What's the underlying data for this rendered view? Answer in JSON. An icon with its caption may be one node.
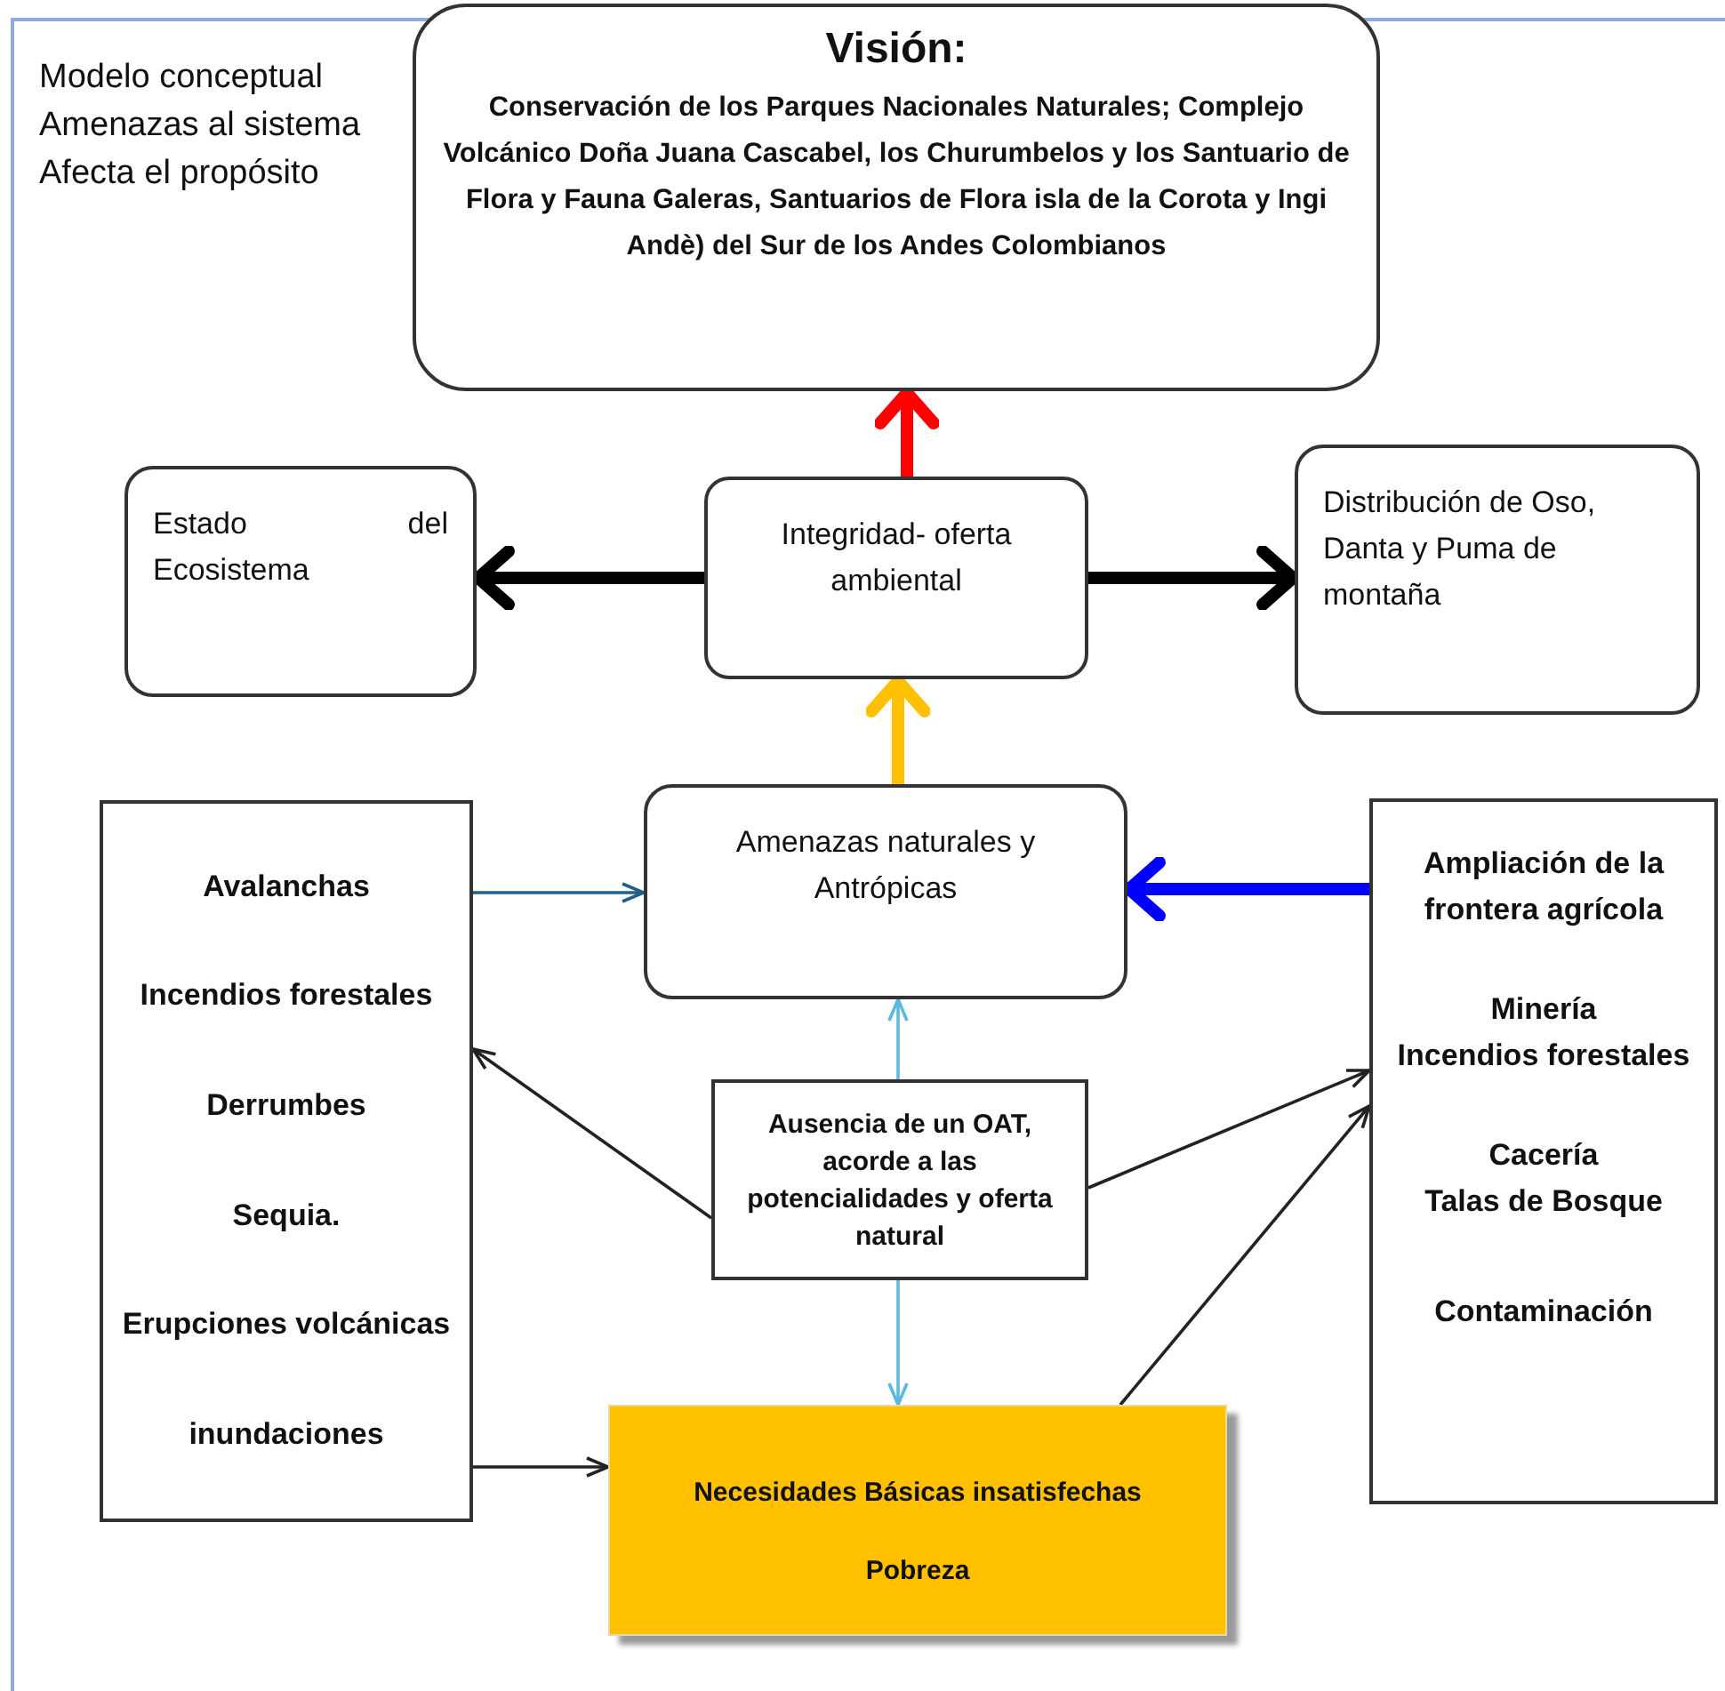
{
  "diagram": {
    "nodes": [
      {
        "text": [
          "Visión:",
          "Conservación de los Parques Nacionales Naturales; Complejo Volcánico Doña Juana Cascabel, los Churumbelos y los Santuario de Flora y Fauna Galeras, Santuarios de Flora isla de la Corota y Ingi Andè) del Sur de los Andes Colombianos"
        ]
      },
      {
        "text": [
          "Estado del Ecosistema"
        ]
      },
      {
        "text": [
          "Integridad- oferta ambiental"
        ]
      },
      {
        "text": [
          "Distribución de Oso, Danta y Puma de montaña"
        ]
      },
      {
        "text": [
          "Avalanchas",
          "Incendios forestales",
          "Derrumbes",
          "Sequia.",
          "Erupciones volcánicas",
          "inundaciones"
        ]
      },
      {
        "text": [
          "Amenazas naturales y Antrópicas"
        ]
      },
      {
        "text": [
          "Ampliación de la frontera agrícola",
          "Minería",
          "Incendios forestales",
          "Cacería",
          "Talas de Bosque",
          "Contaminación"
        ]
      },
      {
        "text": [
          "Ausencia de un OAT, acorde a las potencialidades y oferta natural"
        ]
      },
      {
        "text": [
          "Necesidades Básicas insatisfechas",
          "Pobreza"
        ]
      }
    ],
    "edges": [
      {
        "from": 2,
        "to": 0,
        "arrow": "to",
        "style": "thick",
        "color": "#ff0000"
      },
      {
        "from": 2,
        "to": 1,
        "arrow": "to",
        "style": "thick",
        "color": "#000000"
      },
      {
        "from": 2,
        "to": 3,
        "arrow": "to",
        "style": "thick",
        "color": "#000000"
      },
      {
        "from": 5,
        "to": 2,
        "arrow": "to",
        "style": "thick",
        "color": "#ffc000"
      },
      {
        "from": 4,
        "to": 5,
        "arrow": "to",
        "color": "#1f5f8b"
      },
      {
        "from": 6,
        "to": 5,
        "arrow": "to",
        "style": "thick",
        "color": "#0000ff"
      },
      {
        "from": 7,
        "to": 5,
        "arrow": "to",
        "color": "#5bb8e0"
      },
      {
        "from": 7,
        "to": 4,
        "arrow": "to"
      },
      {
        "from": 7,
        "to": 6,
        "arrow": "to"
      },
      {
        "from": 7,
        "to": 8,
        "arrow": "to",
        "color": "#5bb8e0"
      },
      {
        "from": 4,
        "to": 8,
        "arrow": "to"
      },
      {
        "from": 8,
        "to": 6,
        "arrow": "to"
      }
    ],
    "labels": [
      "Modelo conceptual",
      "Amenazas al sistema",
      "Afecta el propósito"
    ]
  }
}
